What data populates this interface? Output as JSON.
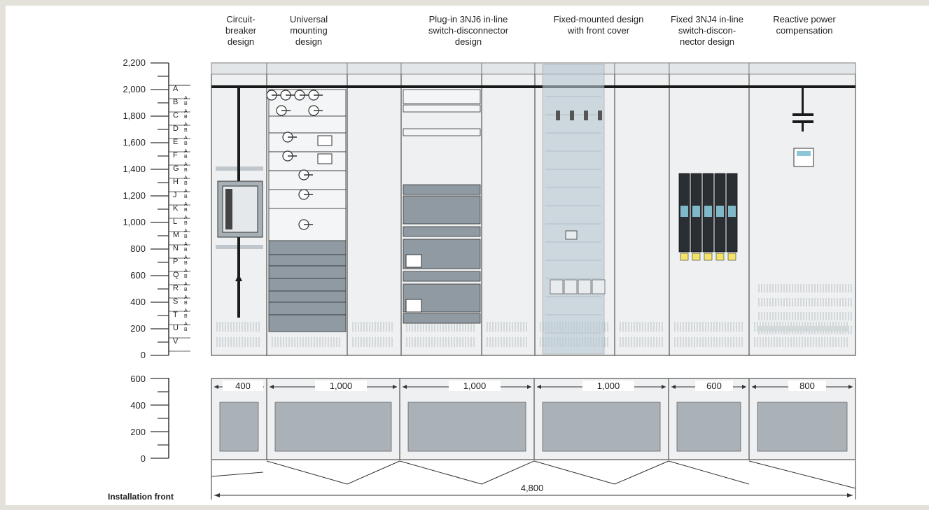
{
  "sections": [
    {
      "title": "Circuit-\nbreaker\ndesign",
      "width_label": "400"
    },
    {
      "title": "Universal\nmounting\ndesign",
      "width_label": "1,000"
    },
    {
      "title": "Plug-in 3NJ6 in-line\nswitch-disconnector\ndesign",
      "width_label": "1,000"
    },
    {
      "title": "Fixed-mounted design\nwith front cover",
      "width_label": "1,000"
    },
    {
      "title": "Fixed 3NJ4 in-line\nswitch-discon-\nnector design",
      "width_label": "600"
    },
    {
      "title": "Reactive power\ncompensation",
      "width_label": "800"
    }
  ],
  "height_scale": [
    "2,200",
    "2,000",
    "1,800",
    "1,600",
    "1,400",
    "1,200",
    "1,000",
    "800",
    "600",
    "400",
    "200",
    "0"
  ],
  "depth_scale": [
    "600",
    "400",
    "200",
    "0"
  ],
  "row_letters": [
    "A",
    "B",
    "C",
    "D",
    "E",
    "F",
    "G",
    "H",
    "J",
    "K",
    "L",
    "M",
    "N",
    "P",
    "Q",
    "R",
    "S",
    "T",
    "U",
    "V"
  ],
  "sub_rows": [
    "A",
    "B"
  ],
  "total_width": "4,800",
  "installation_label": "Installation front",
  "colors": {
    "background": "#e3e1d9",
    "panel": "#eef0f1",
    "device": "#8f9aa2",
    "cover": "#b8c8d2"
  }
}
